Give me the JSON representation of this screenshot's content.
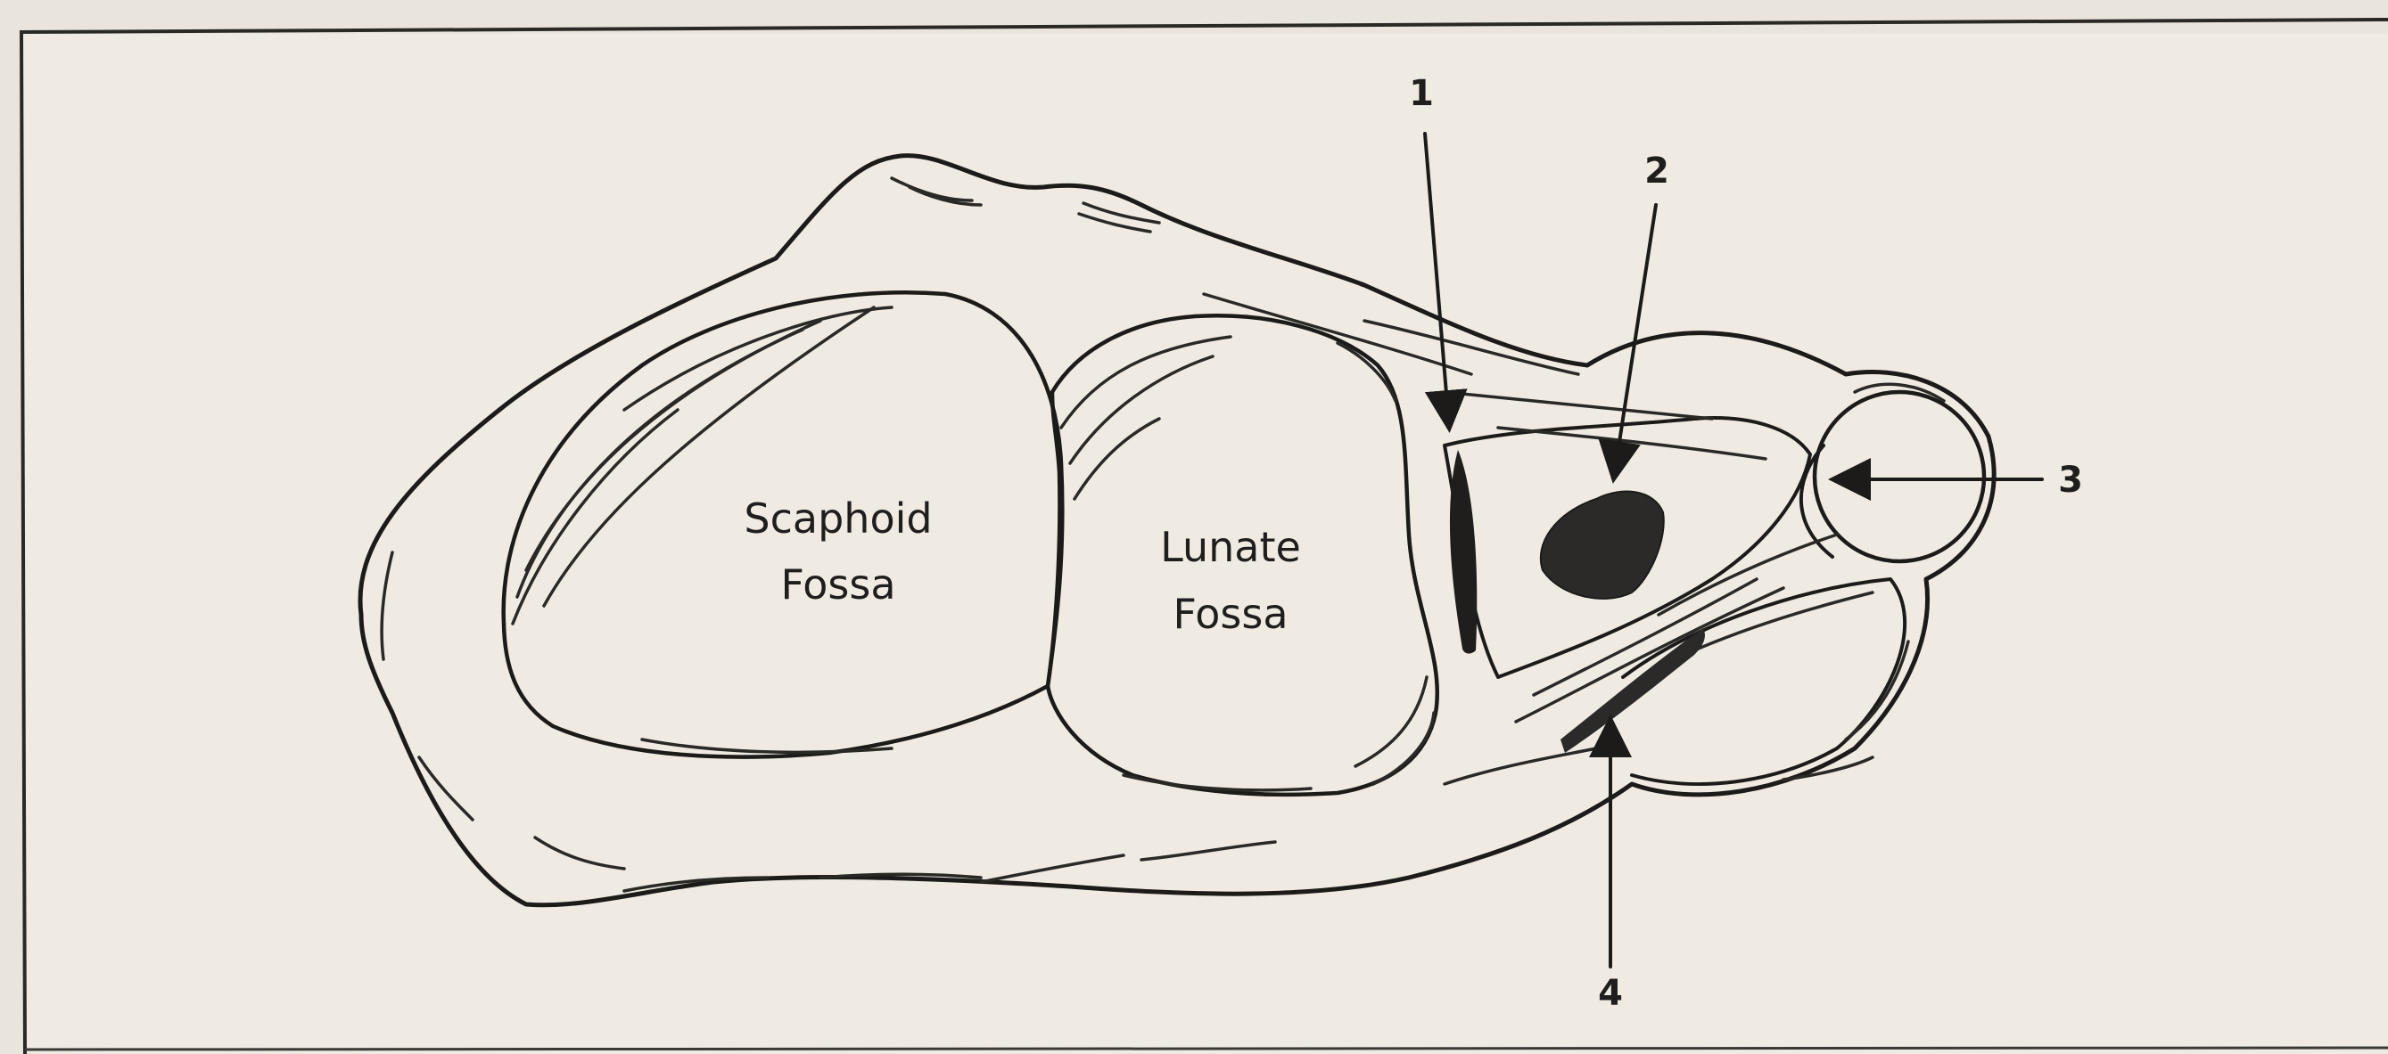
{
  "colors": {
    "paper": "#efebe3",
    "ink": "#1c1b19",
    "fill_dark": "#2b2a28"
  },
  "labels": {
    "scaphoid_line1": "Scaphoid",
    "scaphoid_line2": "Fossa",
    "lunate_line1": "Lunate",
    "lunate_line2": "Fossa"
  },
  "markers": {
    "m1": "1",
    "m2": "2",
    "m3": "3",
    "m4": "4"
  }
}
